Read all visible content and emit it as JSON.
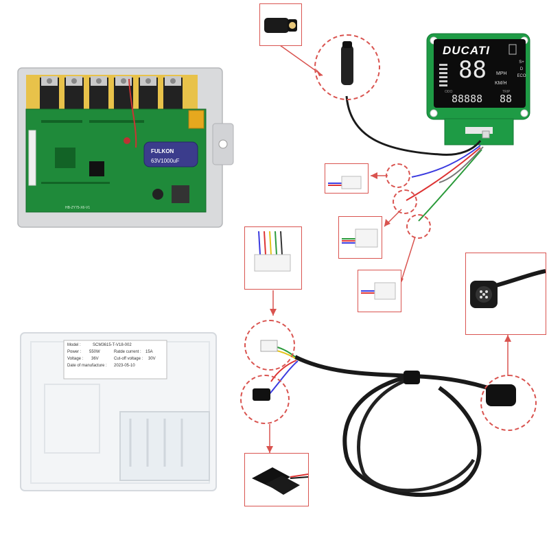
{
  "controller": {
    "board_code": "HB-ZY75-X6-V1",
    "capacitor_brand": "FULKON",
    "capacitor_rating": "63V1000uF"
  },
  "cover_label": {
    "model_key": "Model :",
    "model_value": "SCM3615-T-V18-002",
    "power_key": "Power :",
    "power_value": "550W",
    "rated_current_key": "Ratde current :",
    "rated_current_value": "15A",
    "voltage_key": "Voltage :",
    "voltage_value": "36V",
    "cutoff_key": "Cut-off voltage :",
    "cutoff_value": "30V",
    "date_key": "Date of manufacture :",
    "date_value": "2023-05-10"
  },
  "display": {
    "brand": "DUCATI",
    "speed_digits": "88",
    "unit_mph": "MPH",
    "unit_kmh": "KM/H",
    "odo_label": "ODO",
    "trip_label": "TRIP",
    "odo_digits": "88888",
    "trip_digits": "88",
    "mode_s_plus": "S+",
    "mode_d": "D",
    "mode_eco": "ECO"
  },
  "colors": {
    "accent_red": "#d9534f",
    "pcb_green": "#1f8a3a",
    "cable_black": "#1a1a1a"
  }
}
